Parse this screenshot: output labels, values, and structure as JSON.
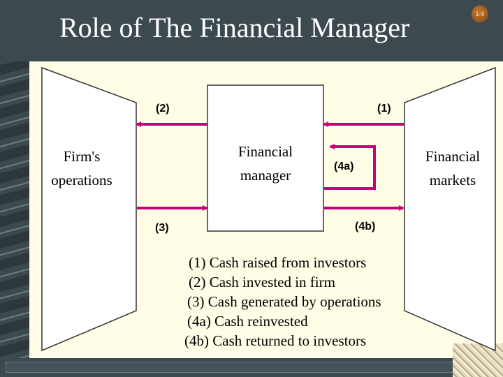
{
  "slide": {
    "title": "Role of The Financial Manager",
    "page_number": "1-9"
  },
  "diagram": {
    "firm_operations": [
      "Firm's",
      "operations"
    ],
    "financial_manager": [
      "Financial",
      "manager"
    ],
    "financial_markets": [
      "Financial",
      "markets"
    ],
    "flow_labels": {
      "f1": "(1)",
      "f2": "(2)",
      "f3": "(3)",
      "f4a": "(4a)",
      "f4b": "(4b)"
    },
    "colors": {
      "arrow": "#c8007a",
      "box_fill": "#ffffff",
      "outline": "#333333"
    }
  },
  "legend": [
    "(1) Cash raised from investors",
    "(2) Cash invested in firm",
    "(3) Cash generated by operations",
    "(4a) Cash reinvested",
    "(4b) Cash returned to investors"
  ]
}
